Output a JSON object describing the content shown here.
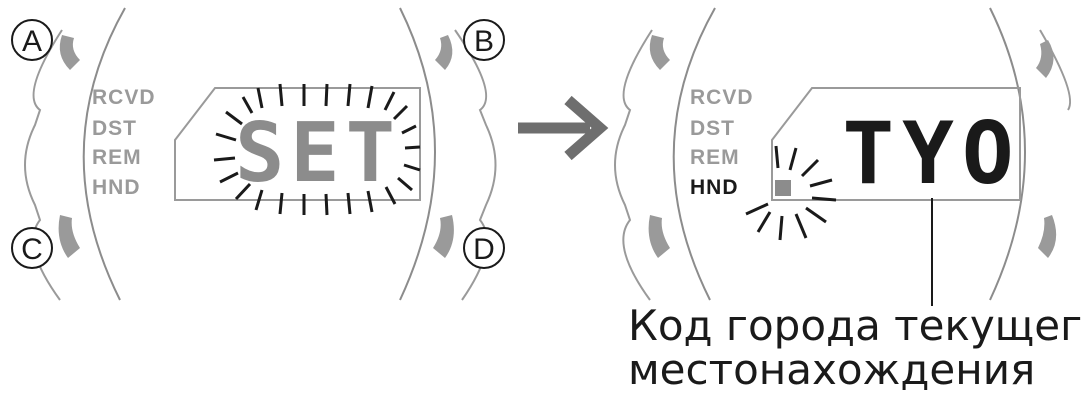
{
  "left_watch": {
    "indicators": [
      "RCVD",
      "DST",
      "REM",
      "HND"
    ],
    "display_text": "SET",
    "buttons": {
      "a": "A",
      "b": "B",
      "c": "C",
      "d": "D"
    }
  },
  "right_watch": {
    "indicators": [
      "RCVD",
      "DST",
      "REM",
      "HND"
    ],
    "active_indicator": "HND",
    "display_text": "TYO"
  },
  "caption": {
    "line1": "Код города текущего",
    "line2": "местонахождения"
  },
  "colors": {
    "ink": "#1a1a1a",
    "gray": "#9a9a9a",
    "segment_gray": "#8c8c8c",
    "arrow": "#6e6e6e"
  }
}
